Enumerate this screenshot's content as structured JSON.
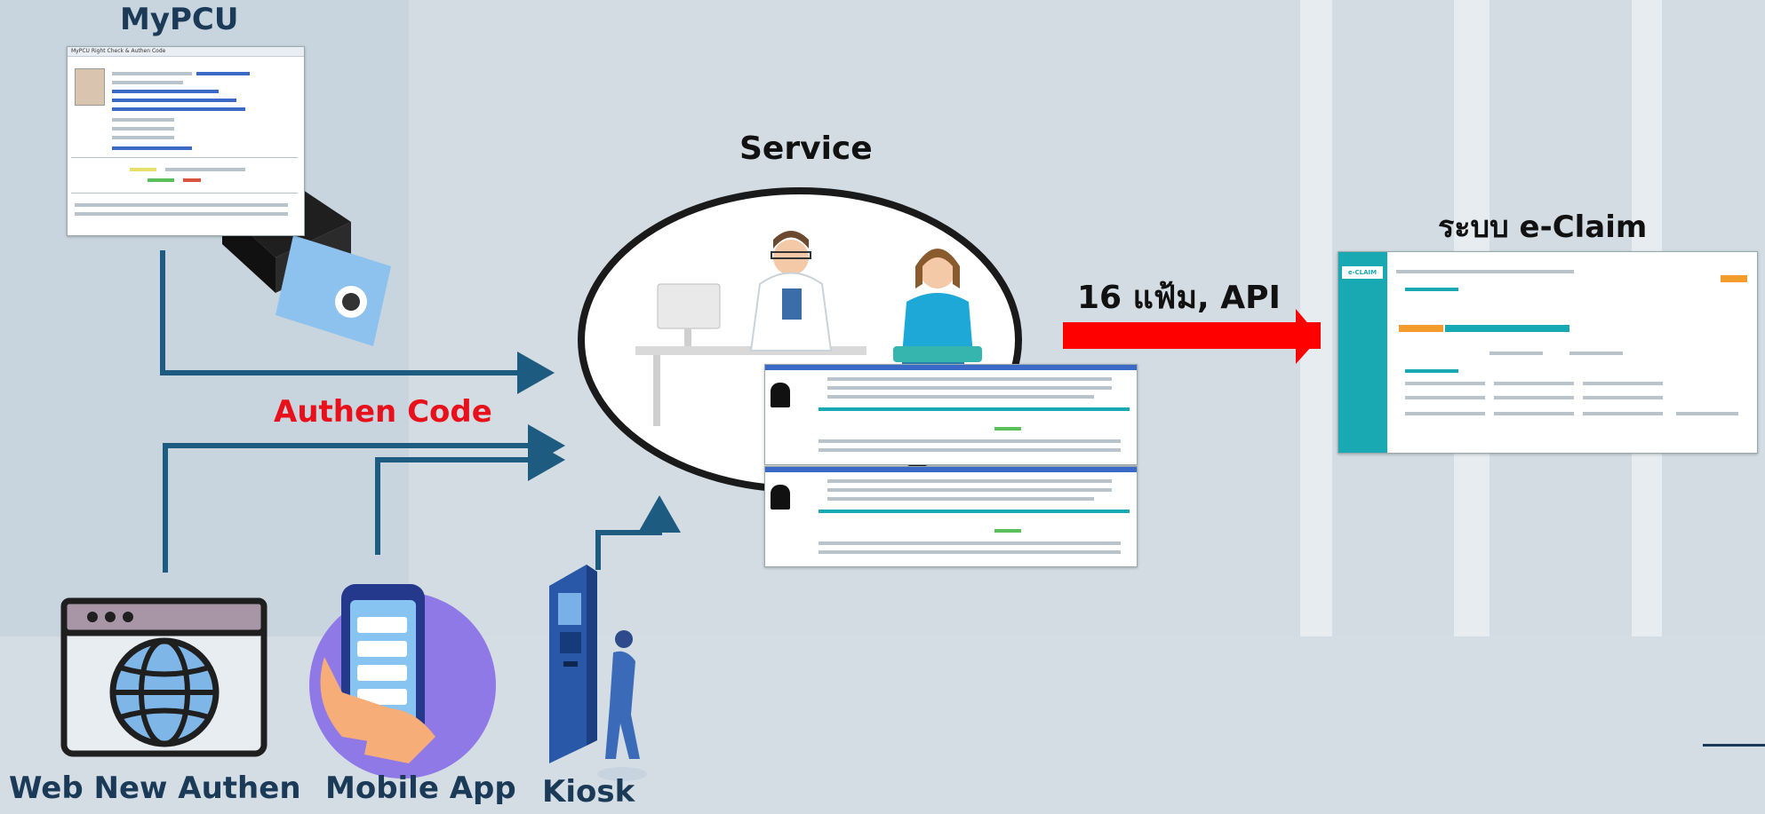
{
  "labels": {
    "mypcu": "MyPCU",
    "service": "Service",
    "eclaim": "ระบบ e-Claim",
    "authen_code": "Authen Code",
    "transfer": "16 แฟ้ม, API",
    "web_new_authen": "Web New Authen",
    "mobile_app": "Mobile App",
    "kiosk": "Kiosk"
  },
  "screens": {
    "mypcu_title": "MyPCU Right Check & Authen Code",
    "eclaim_logo": "e-CLAIM"
  },
  "colors": {
    "dark_navy": "#1b3a57",
    "authen_red": "#e8111b",
    "arrow_red": "#ff0000",
    "arrow_teal": "#1d5c80",
    "background": "#d3dce3",
    "eclaim_teal": "#19a9b3"
  },
  "icons": {
    "card_reader": "smart-card-reader-icon",
    "globe_browser": "web-browser-globe-icon",
    "mobile_hand": "hand-holding-phone-icon",
    "kiosk_person": "kiosk-user-icon",
    "doctor_patient": "doctor-patient-consultation-icon"
  }
}
